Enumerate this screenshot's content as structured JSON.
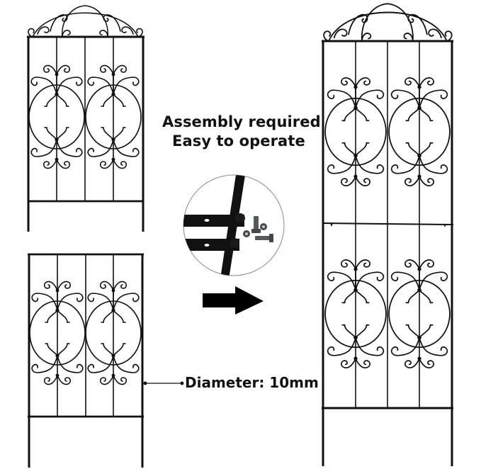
{
  "headline": {
    "line1": "Assembly required",
    "line2": "Easy to operate"
  },
  "dimension": {
    "label": "Diameter: 10mm"
  },
  "illustration": {
    "left_top_panel": "trellis-panel-with-arch",
    "left_bottom_panel": "trellis-panel-extension",
    "right_panel": "assembled-trellis",
    "detail_callout": "bolt-and-nut-connection-detail",
    "arrow": "right-arrow"
  },
  "colors": {
    "metal": "#111111",
    "background": "#ffffff",
    "callout_border": "#888888",
    "hardware": "#555a60"
  }
}
